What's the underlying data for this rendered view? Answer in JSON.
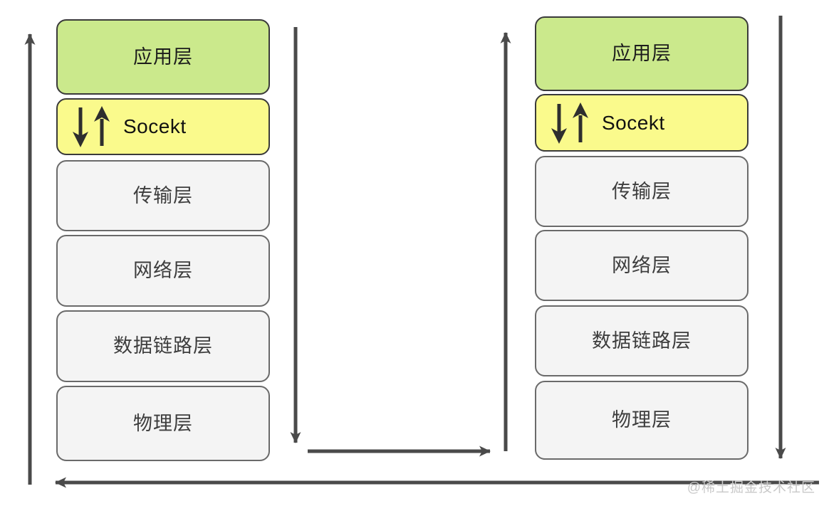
{
  "diagram": {
    "title": "TCP/IP network stack communication diagram",
    "colors": {
      "green_fill": "#cbe98c",
      "yellow_fill": "#fafa8c",
      "grey_fill": "#f4f4f4",
      "box_stroke": "#5c5c5c",
      "dark_stroke": "#3a3a3a",
      "arrow_color": "#4a4a4a",
      "background": "#ffffff",
      "watermark_color": "#c9c9c9"
    },
    "left_stack": {
      "name": "sender-stack",
      "layers": [
        {
          "label": "应用层",
          "style": "green",
          "icon": ""
        },
        {
          "label": "Socekt",
          "style": "yellow",
          "icon": "down-up-arrows-icon"
        },
        {
          "label": "传输层",
          "style": "grey",
          "icon": ""
        },
        {
          "label": "网络层",
          "style": "grey",
          "icon": ""
        },
        {
          "label": "数据链路层",
          "style": "grey",
          "icon": ""
        },
        {
          "label": "物理层",
          "style": "grey",
          "icon": ""
        }
      ]
    },
    "right_stack": {
      "name": "receiver-stack",
      "layers": [
        {
          "label": "应用层",
          "style": "green",
          "icon": ""
        },
        {
          "label": "Socekt",
          "style": "yellow",
          "icon": "down-up-arrows-icon"
        },
        {
          "label": "传输层",
          "style": "grey",
          "icon": ""
        },
        {
          "label": "网络层",
          "style": "grey",
          "icon": ""
        },
        {
          "label": "数据链路层",
          "style": "grey",
          "icon": ""
        },
        {
          "label": "物理层",
          "style": "grey",
          "icon": ""
        }
      ]
    },
    "arrows": [
      {
        "name": "left-outer-up-arrow",
        "direction": "up",
        "label": ""
      },
      {
        "name": "middle-down-arrow",
        "direction": "down",
        "label": ""
      },
      {
        "name": "middle-right-arrow",
        "direction": "right",
        "label": ""
      },
      {
        "name": "middle-up-arrow",
        "direction": "up",
        "label": ""
      },
      {
        "name": "right-outer-down-arrow",
        "direction": "down",
        "label": ""
      },
      {
        "name": "bottom-left-arrow",
        "direction": "left",
        "label": ""
      }
    ],
    "watermark": "@稀土掘金技术社区"
  }
}
